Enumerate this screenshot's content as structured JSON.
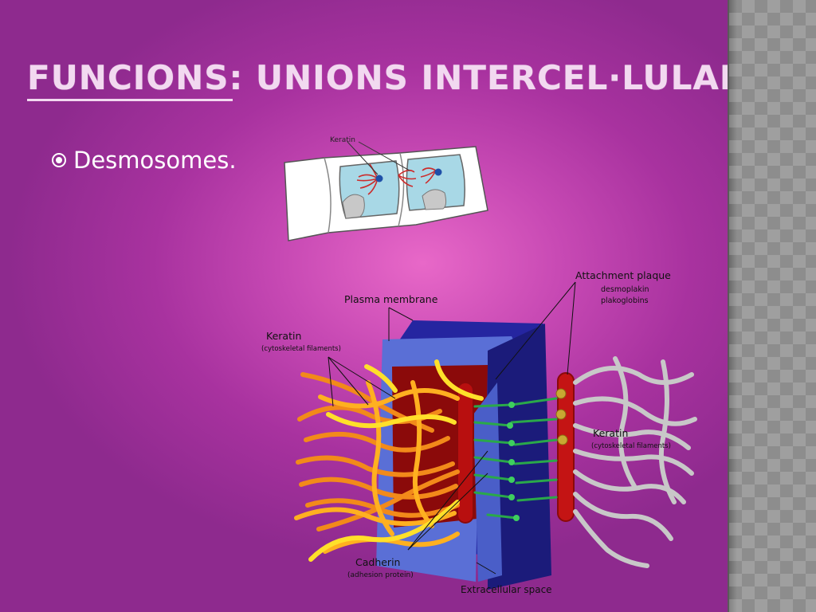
{
  "title": {
    "accent": "FUNCIONS:",
    "rest": "UNIONS INTERCEL·LULARS"
  },
  "bullet": {
    "icon": "radio-bullet-icon",
    "text": "Desmosomes."
  },
  "figure_small": {
    "label": "Keratin"
  },
  "figure_large": {
    "attachment_plaque": "Attachment plaque",
    "desmoplakin": "desmoplakin",
    "plakoglobins": "plakoglobins",
    "plasma_membrane": "Plasma membrane",
    "keratin_left": "Keratin",
    "keratin_left_sub": "(cytoskeletal filaments)",
    "keratin_right": "Keratin",
    "keratin_right_sub": "(cytoskeletal filaments)",
    "cadherin": "Cadherin",
    "cadherin_sub": "(adhesion protein)",
    "extracellular": "Extracellular space"
  },
  "colors": {
    "background": "#c648b3",
    "title": "#f2d9f0",
    "side_panel": "#8d8d8d"
  }
}
